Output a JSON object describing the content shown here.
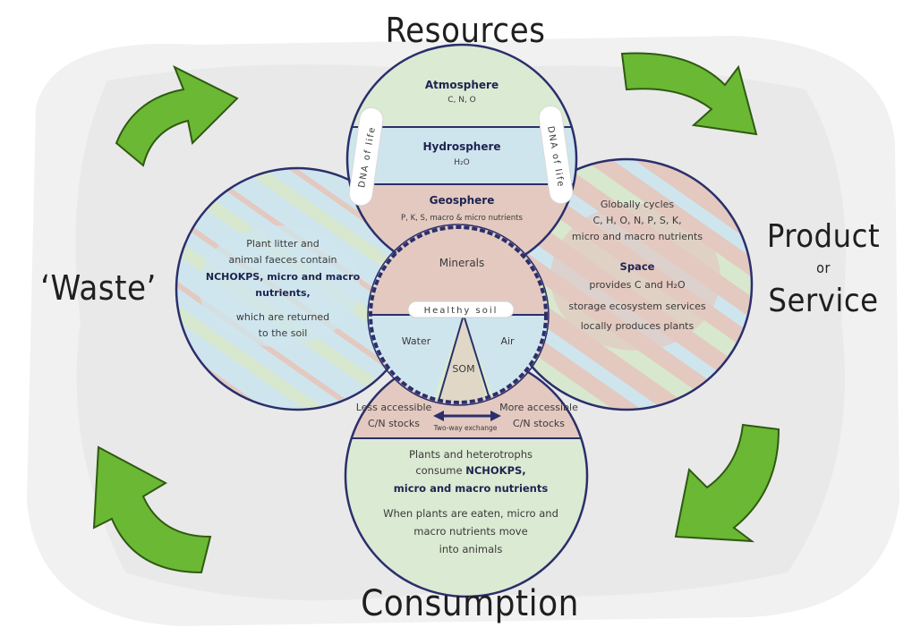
{
  "labels": {
    "resources": "Resources",
    "waste": "‘Waste’",
    "product": "Product",
    "or": "or",
    "service": "Service",
    "consumption": "Consumption"
  },
  "top_circle": {
    "atmosphere": {
      "title": "Atmosphere",
      "sub": "C, N, O"
    },
    "hydrosphere": {
      "title": "Hydrosphere",
      "sub": "H₂O"
    },
    "geosphere": {
      "title": "Geosphere",
      "sub": "P, K, S, macro & micro nutrients"
    },
    "dna_left": "DNA of life",
    "dna_right": "DNA of life"
  },
  "left_circle": {
    "lines": [
      "Plant litter and",
      "animal faeces contain"
    ],
    "bold_lines": [
      "NCHOKPS, micro and macro",
      "nutrients,"
    ],
    "tail_lines": [
      "which are returned",
      "to the soil"
    ]
  },
  "right_circle": {
    "lines": [
      "Globally cycles",
      "C, H, O, N, P, S, K,",
      "micro and macro nutrients"
    ],
    "space_title": "Space",
    "space_lines": [
      "provides C and H₂O",
      "storage ecosystem services",
      "locally produces plants"
    ]
  },
  "center": {
    "minerals": "Minerals",
    "healthy_soil": "Healthy soil",
    "water": "Water",
    "air": "Air",
    "som": "SOM"
  },
  "bottom_circle": {
    "less_accessible": [
      "Less accessible",
      "C/N stocks"
    ],
    "more_accessible": [
      "More accessible",
      "C/N stocks"
    ],
    "exchange": "Two-way exchange",
    "lines": [
      "Plants and heterotrophs",
      "consume"
    ],
    "bold_inline": "NCHOKPS,",
    "bold_line": "micro and macro nutrients",
    "tail_lines": [
      "When plants are eaten, micro and",
      "macro nutrients move",
      "into animals"
    ]
  },
  "colors": {
    "outline": "#2b2f6b",
    "green_fill": "#dbead3",
    "blue_fill": "#cfe5ee",
    "pink_fill": "#e3c9c0",
    "arrow_green": "#6ab833",
    "arrow_dark": "#2f5a12"
  }
}
